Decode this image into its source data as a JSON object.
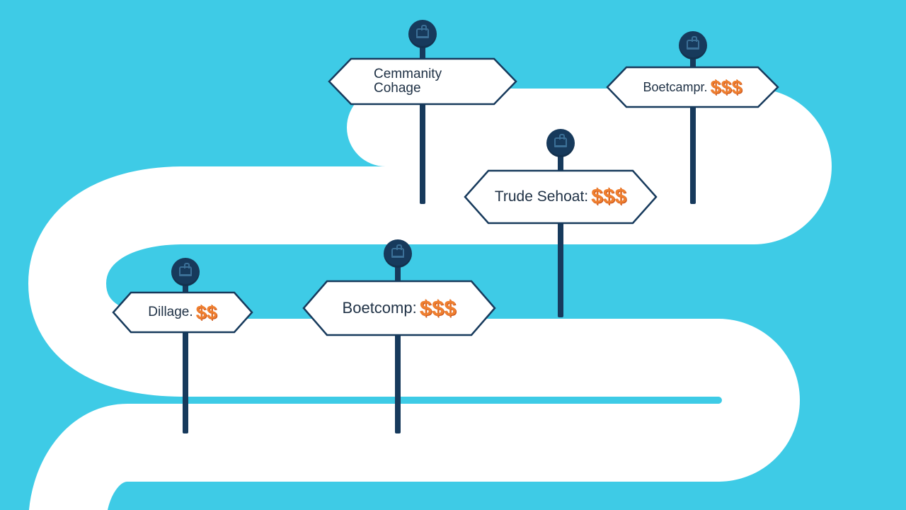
{
  "colors": {
    "background": "#3ecbe6",
    "road": "#ffffff",
    "post": "#173a5c",
    "price": "#ef7f2f",
    "sign_text": "#203246"
  },
  "signs": [
    {
      "id": "community-college",
      "lines": [
        "Cemmanity",
        "Cohage"
      ],
      "price": "",
      "icon": "building-icon"
    },
    {
      "id": "bootcamp-top",
      "label": "Boetcampr.",
      "price": "$$$",
      "icon": "building-icon"
    },
    {
      "id": "trade-school",
      "label": "Trude Sehoat:",
      "price": "$$$",
      "icon": "building-icon"
    },
    {
      "id": "college",
      "label": "Dillage.",
      "price": "$$",
      "icon": "building-icon"
    },
    {
      "id": "bootcamp-middle",
      "label": "Boetcomp:",
      "price": "$$$",
      "icon": "building-icon"
    }
  ]
}
